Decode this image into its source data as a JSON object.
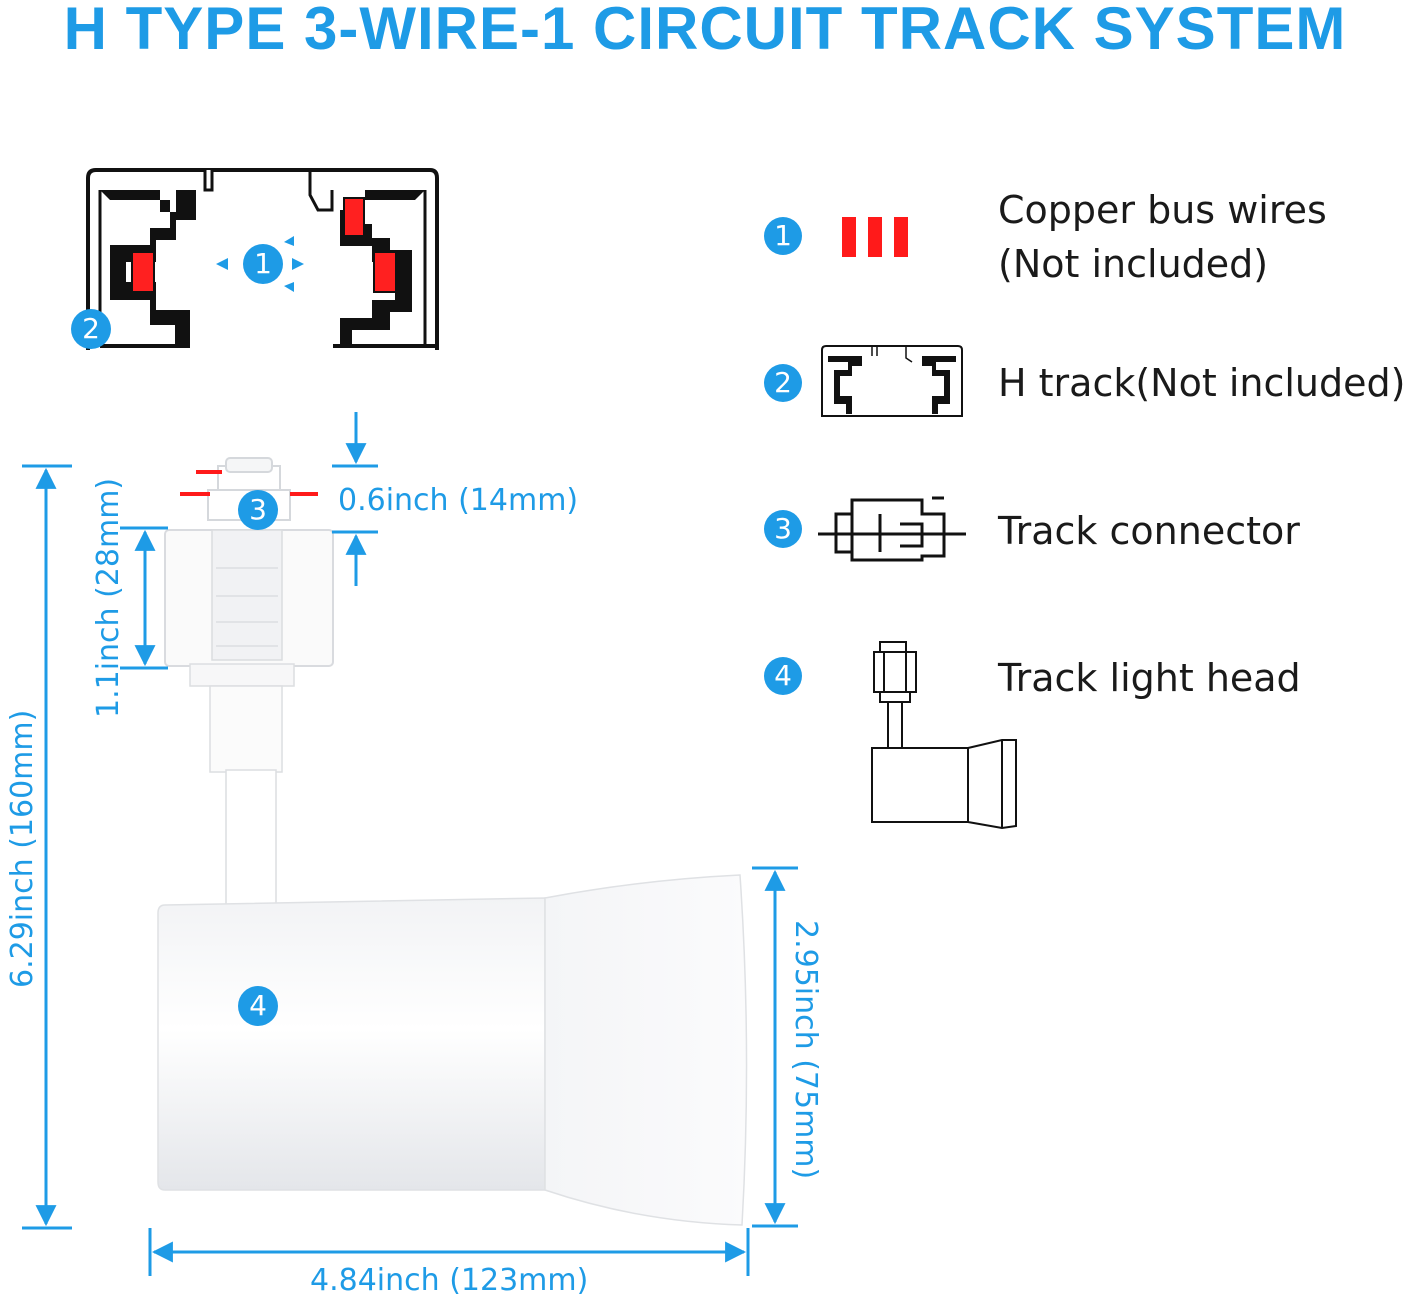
{
  "title": "H TYPE 3-WIRE-1 CIRCUIT TRACK SYSTEM",
  "colors": {
    "accent": "#1e9be6",
    "bus_wire": "#ff1a1a",
    "outline": "#111111"
  },
  "callouts": [
    "1",
    "2",
    "3",
    "4"
  ],
  "legend": [
    {
      "number": "1",
      "icon": "copper-bus-wires-icon",
      "lines": [
        "Copper bus wires",
        "(Not included)"
      ]
    },
    {
      "number": "2",
      "icon": "h-track-icon",
      "lines": [
        "H track(Not included)"
      ]
    },
    {
      "number": "3",
      "icon": "track-connector-icon",
      "lines": [
        "Track connector"
      ]
    },
    {
      "number": "4",
      "icon": "track-light-head-icon",
      "lines": [
        "Track light head"
      ]
    }
  ],
  "dimensions": {
    "connector_top": "0.6inch (14mm)",
    "adapter_height": "1.1inch (28mm)",
    "total_height": "6.29inch (160mm)",
    "head_diameter": "2.95inch (75mm)",
    "head_length": "4.84inch (123mm)"
  }
}
